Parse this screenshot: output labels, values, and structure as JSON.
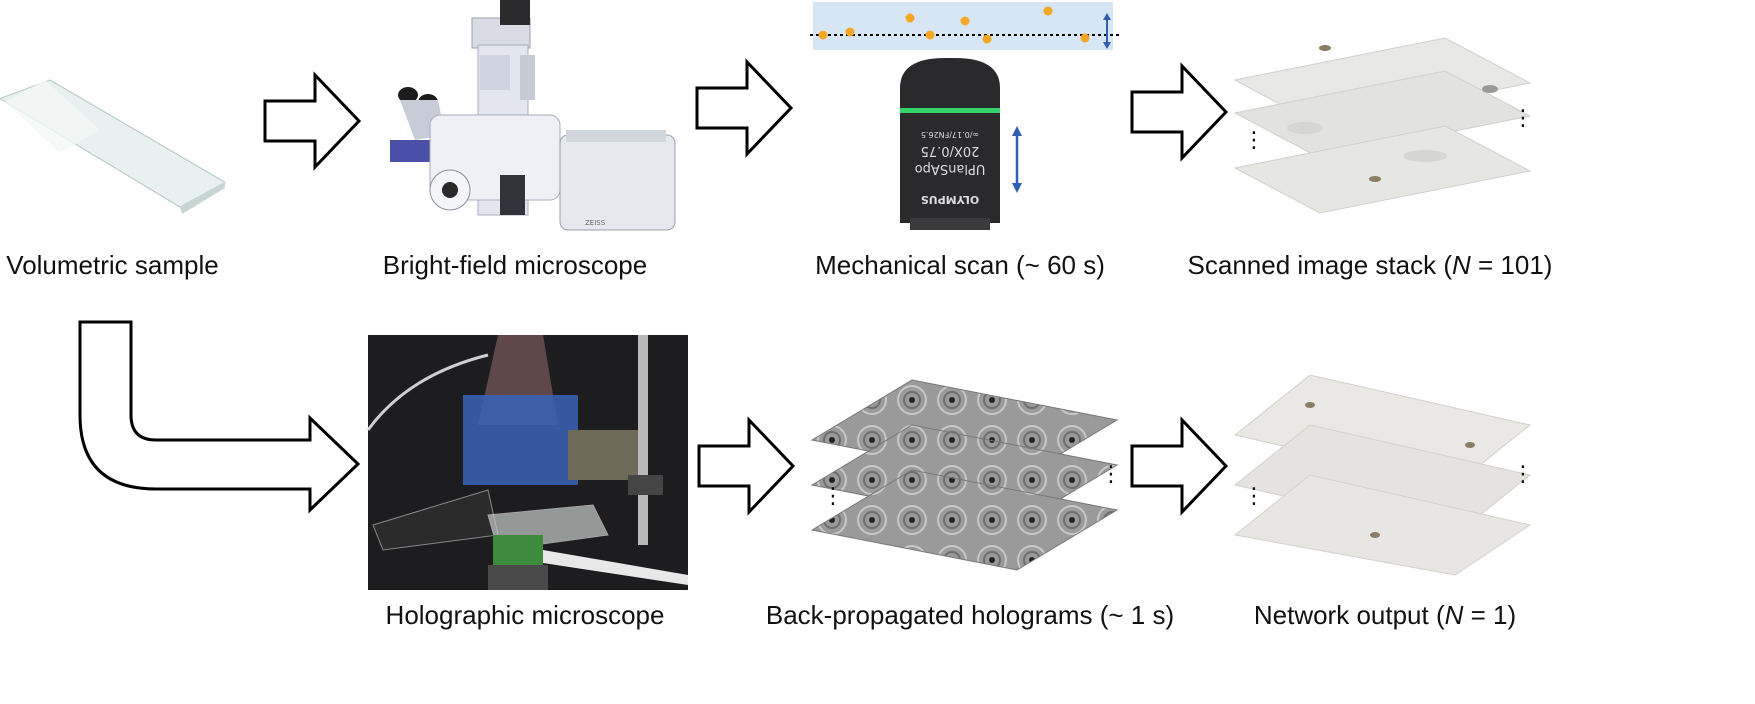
{
  "top_row": {
    "volumetric_sample": "Volumetric sample",
    "bright_field": "Bright-field microscope",
    "mechanical_scan": "Mechanical scan (~ 60 s)",
    "scanned_stack_prefix": "Scanned image stack (",
    "scanned_stack_var": "N",
    "scanned_stack_suffix": " = 101)"
  },
  "bottom_row": {
    "holographic": "Holographic microscope",
    "back_propagated": "Back-propagated holograms (~ 1 s)",
    "network_prefix": "Network output (",
    "network_var": "N",
    "network_suffix": " = 1)"
  },
  "objective": {
    "brand": "OLYMPUS",
    "model": "UPlanSApo",
    "mag": "20X/0.75",
    "spec": "∞/0.17/FN26.5"
  },
  "colors": {
    "arrow_stroke": "#000000",
    "bead": "#f5a623",
    "scan_band": "#d6e6f5",
    "scan_arrow": "#2f5fb3",
    "objective_green": "#34d26a"
  }
}
